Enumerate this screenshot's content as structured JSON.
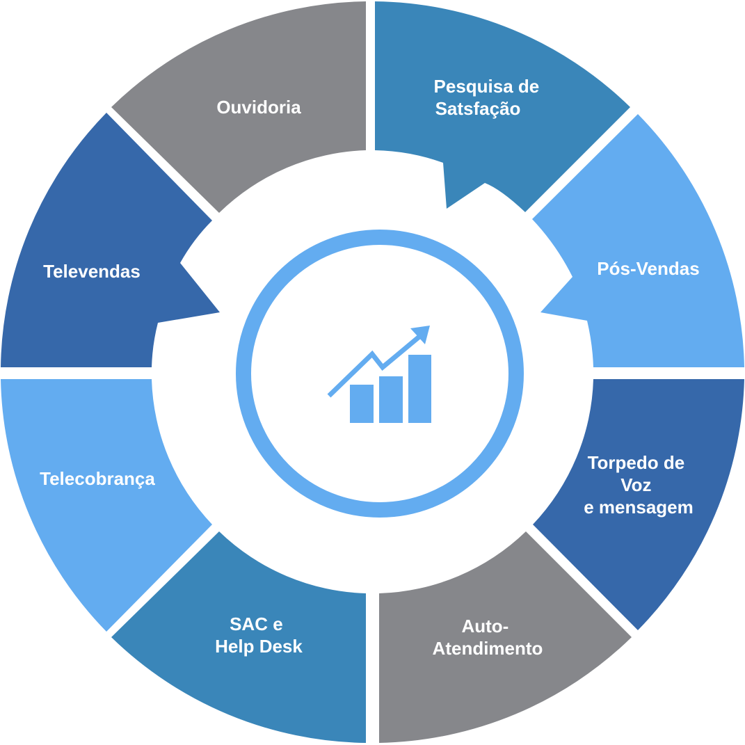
{
  "segments": [
    {
      "id": "pesquisa",
      "lines": [
        "Pesquisa de",
        "Satsfação"
      ],
      "color": "#3a86b9"
    },
    {
      "id": "pos-vendas",
      "lines": [
        "Pós-Vendas"
      ],
      "color": "#63acf0"
    },
    {
      "id": "torpedo",
      "lines": [
        "Torpedo de",
        "Voz",
        "e mensagem"
      ],
      "color": "#3668aa"
    },
    {
      "id": "auto-atendimento",
      "lines": [
        "Auto-",
        "Atendimento"
      ],
      "color": "#86878b"
    },
    {
      "id": "sac",
      "lines": [
        "SAC e",
        "Help Desk"
      ],
      "color": "#3a86b9"
    },
    {
      "id": "telecobranca",
      "lines": [
        "Telecobrança"
      ],
      "color": "#63acf0"
    },
    {
      "id": "televendas",
      "lines": [
        "Televendas"
      ],
      "color": "#3668aa"
    },
    {
      "id": "ouvidoria",
      "lines": [
        "Ouvidoria"
      ],
      "color": "#86878b"
    }
  ],
  "center": {
    "icon": "growth-chart-icon",
    "ring_color": "#63acf0"
  }
}
